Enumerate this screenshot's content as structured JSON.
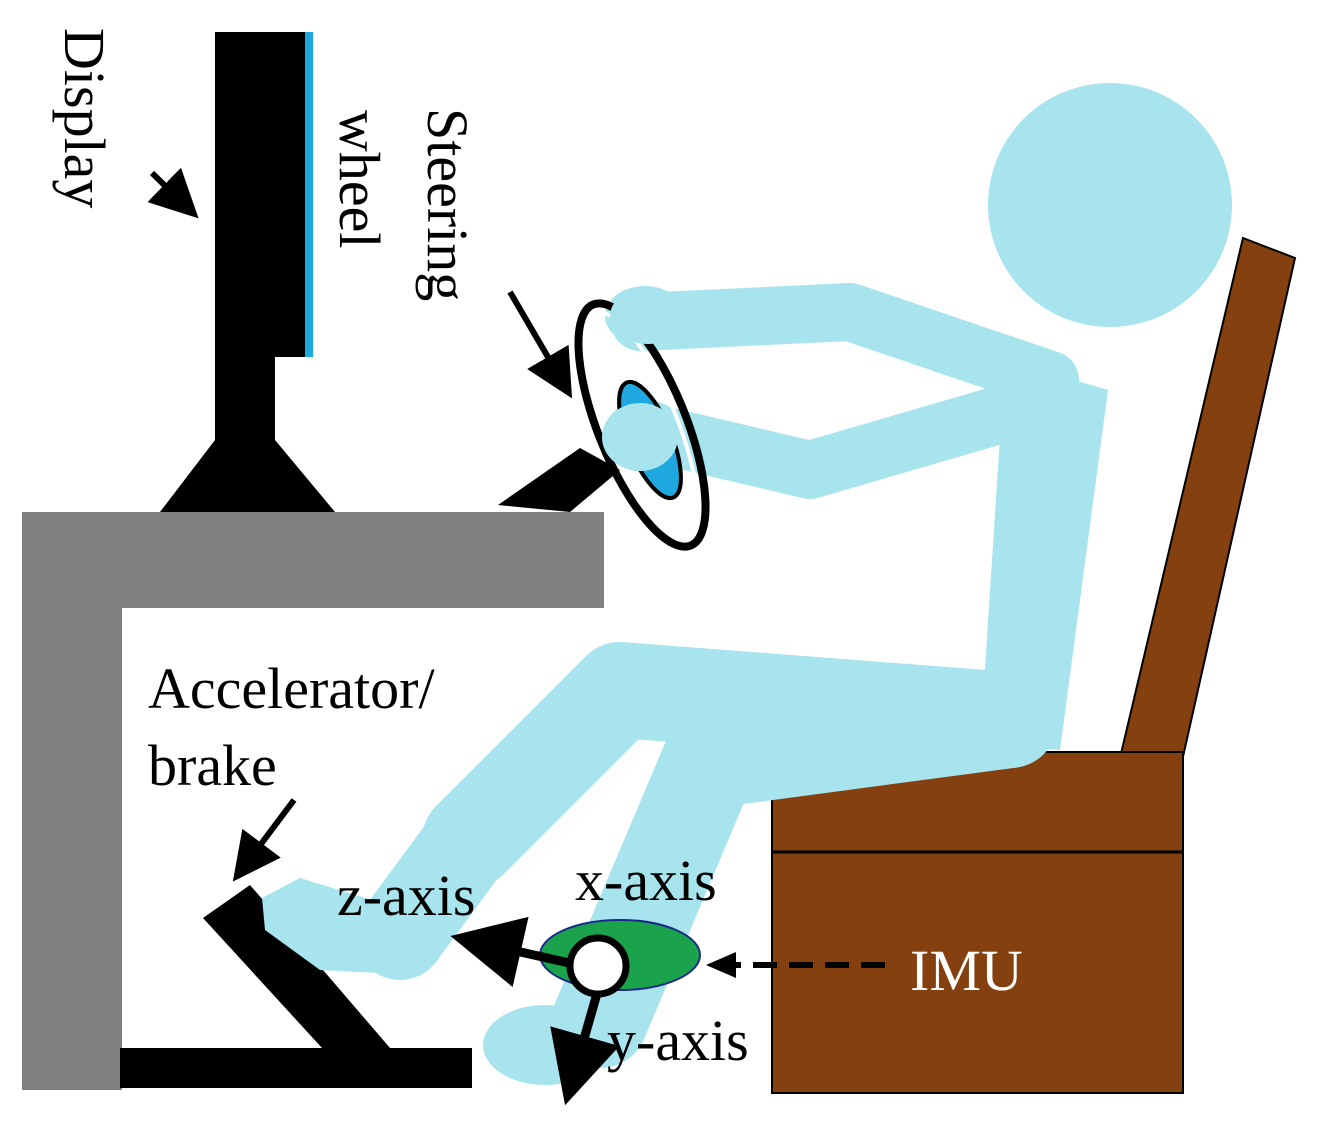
{
  "labels": {
    "display": "Display",
    "steering_line1": "Steering",
    "steering_line2": "wheel",
    "pedal_line1": "Accelerator/",
    "pedal_line2": "brake",
    "z_axis": "z-axis",
    "x_axis": "x-axis",
    "y_axis": "y-axis",
    "imu": "IMU"
  },
  "colors": {
    "person": "#a7e4ee",
    "seat": "#85400f",
    "desk": "#808080",
    "hardware": "#000000",
    "screen_edge": "#1fa8e0",
    "imu_body": "#1aa34a",
    "imu_text": "#ffffff"
  }
}
